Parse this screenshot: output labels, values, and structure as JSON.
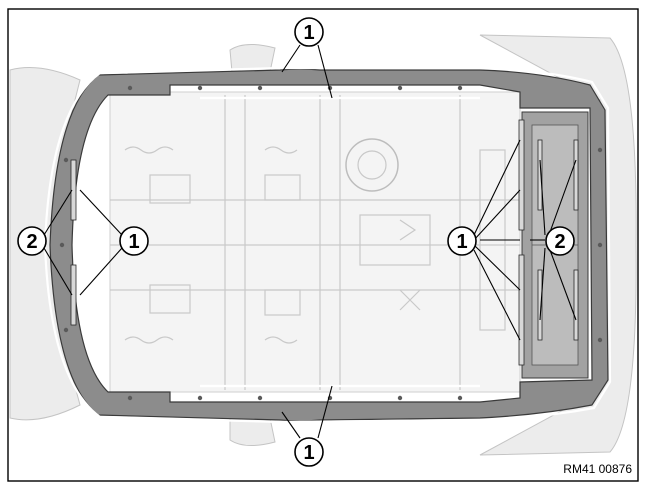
{
  "callouts": {
    "one": "1",
    "two": "2"
  },
  "reference_code": "RM41 00876",
  "colors": {
    "frame": "#8c8c8c",
    "frame_edge": "#3a3a3a",
    "ghost_structure": "#c9c9c9",
    "callout_outline": "#000000",
    "border": "#000000"
  }
}
